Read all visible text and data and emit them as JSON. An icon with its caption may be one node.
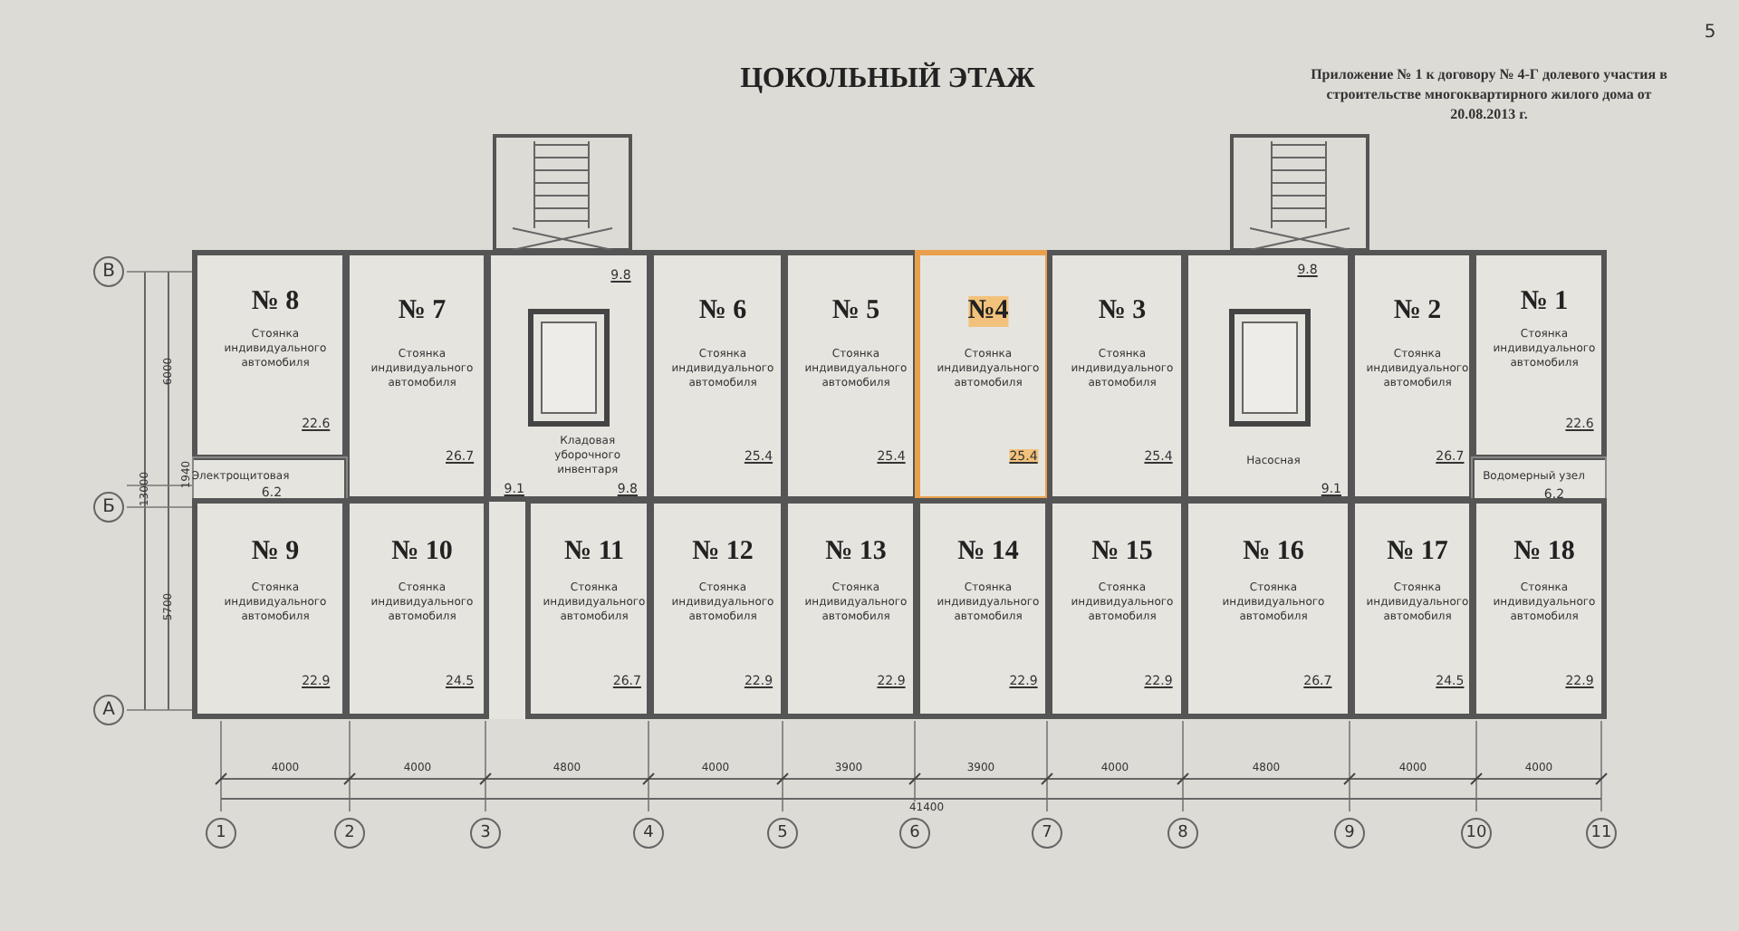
{
  "diagram": {
    "title": "ЦОКОЛЬНЫЙ ЭТАЖ",
    "nodes": [
      {
        "text": [
          "№ 8",
          "Стоянка индивидуального автомобиля",
          "22.6"
        ]
      },
      {
        "text": [
          "№ 7",
          "Стоянка индивидуального автомобиля",
          "26.7"
        ]
      },
      {
        "text": [
          "9.8",
          "Кладовая уборочного инвентаря",
          "9.1",
          "9.8"
        ]
      },
      {
        "text": [
          "№ 6",
          "Стоянка индивидуального автомобиля",
          "25.4"
        ]
      },
      {
        "text": [
          "№ 5",
          "Стоянка индивидуального автомобиля",
          "25.4"
        ]
      },
      {
        "text": [
          "№4",
          "Стоянка индивидуального автомобиля",
          "25.4"
        ]
      },
      {
        "text": [
          "№ 3",
          "Стоянка индивидуального автомобиля",
          "25.4"
        ]
      },
      {
        "text": [
          "9.8",
          "Насосная",
          "9.1"
        ]
      },
      {
        "text": [
          "№ 2",
          "Стоянка индивидуального автомобиля",
          "26.7"
        ]
      },
      {
        "text": [
          "№ 1",
          "Стоянка индивидуального автомобиля",
          "22.6"
        ]
      },
      {
        "text": [
          "Электрощитовая",
          "6.2"
        ]
      },
      {
        "text": [
          "Водомерный узел",
          "6.2"
        ]
      },
      {
        "text": [
          "№ 9",
          "Стоянка индивидуального автомобиля",
          "22.9"
        ]
      },
      {
        "text": [
          "№ 10",
          "Стоянка индивидуального автомобиля",
          "24.5"
        ]
      },
      {
        "text": [
          "№ 11",
          "Стоянка индивидуального автомобиля",
          "26.7"
        ]
      },
      {
        "text": [
          "№ 12",
          "Стоянка индивидуального автомобиля",
          "22.9"
        ]
      },
      {
        "text": [
          "№ 13",
          "Стоянка индивидуального автомобиля",
          "22.9"
        ]
      },
      {
        "text": [
          "№ 14",
          "Стоянка индивидуального автомобиля",
          "22.9"
        ]
      },
      {
        "text": [
          "№ 15",
          "Стоянка индивидуального автомобиля",
          "22.9"
        ]
      },
      {
        "text": [
          "№ 16",
          "Стоянка индивидуального автомобиля",
          "26.7"
        ]
      },
      {
        "text": [
          "№ 17",
          "Стоянка индивидуального автомобиля",
          "24.5"
        ]
      },
      {
        "text": [
          "№ 18",
          "Стоянка индивидуального автомобиля",
          "22.9"
        ]
      }
    ],
    "labels": [
      "5",
      "Приложение № 1 к договору № 4-Г долевого участия в строительстве многоквартирного жилого дома от 20.08.2013 г.",
      "В",
      "6000",
      "13000",
      "1940",
      "Б",
      "5700",
      "А",
      "4000",
      "4000",
      "4800",
      "4000",
      "3900",
      "3900",
      "4000",
      "4800",
      "4000",
      "4000",
      "41400",
      "1",
      "2",
      "3",
      "4",
      "5",
      "6",
      "7",
      "8",
      "9",
      "10",
      "11"
    ]
  }
}
